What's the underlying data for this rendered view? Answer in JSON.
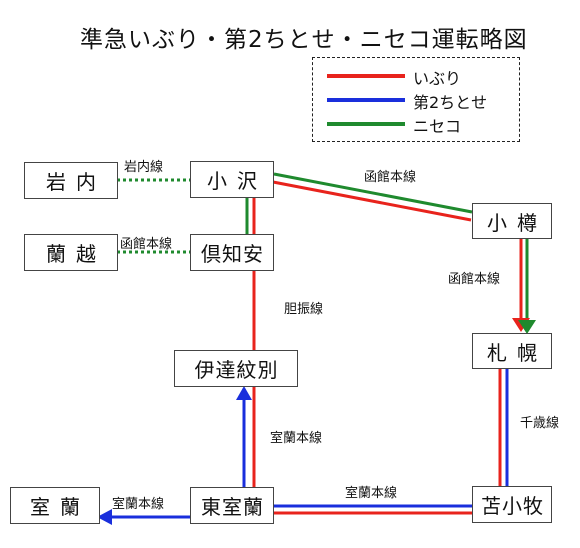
{
  "title": "準急いぶり・第2ちとせ・ニセコ運転略図",
  "legend": [
    {
      "label": "いぶり",
      "color": "#e8231c"
    },
    {
      "label": "第2ちとせ",
      "color": "#1a2fdc"
    },
    {
      "label": "ニセコ",
      "color": "#1f8a2e"
    }
  ],
  "stations": {
    "iwanai": "岩内",
    "ranetsu": "蘭越",
    "kozawa": "小沢",
    "kutchan": "倶知安",
    "otaru": "小樽",
    "sapporo": "札幌",
    "date_mombetsu": "伊達紋別",
    "tomakomai": "苫小牧",
    "higashi_muroran": "東室蘭",
    "muroran": "室蘭"
  },
  "line_labels": {
    "iwanai_line": "岩内線",
    "hakodate_main_kozawa_otaru": "函館本線",
    "hakodate_main_ranetsu": "函館本線",
    "hakodate_main_otaru_sapporo": "函館本線",
    "iburi_line": "胆振線",
    "chitose_line": "千歳線",
    "muroran_main_date": "室蘭本線",
    "muroran_main_tomakomai": "室蘭本線",
    "muroran_main_muroran": "室蘭本線"
  },
  "colors": {
    "iburi": "#e8231c",
    "chitose": "#1a2fdc",
    "niseko": "#1f8a2e",
    "other_line": "#1f8a2e"
  }
}
